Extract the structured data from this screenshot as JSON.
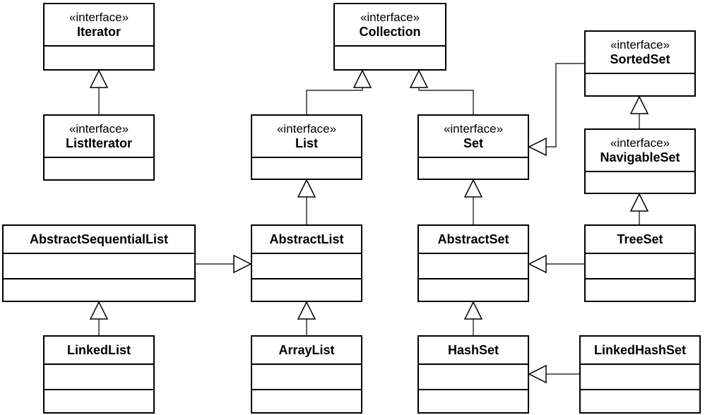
{
  "stereotype": "«interface»",
  "classes": {
    "iterator": {
      "stereotype": "«interface»",
      "name": "Iterator"
    },
    "list_iterator": {
      "stereotype": "«interface»",
      "name": "ListIterator"
    },
    "collection": {
      "stereotype": "«interface»",
      "name": "Collection"
    },
    "list": {
      "stereotype": "«interface»",
      "name": "List"
    },
    "set": {
      "stereotype": "«interface»",
      "name": "Set"
    },
    "sorted_set": {
      "stereotype": "«interface»",
      "name": "SortedSet"
    },
    "navigable_set": {
      "stereotype": "«interface»",
      "name": "NavigableSet"
    },
    "abstract_sequential_list": {
      "name": "AbstractSequentialList"
    },
    "abstract_list": {
      "name": "AbstractList"
    },
    "abstract_set": {
      "name": "AbstractSet"
    },
    "tree_set": {
      "name": "TreeSet"
    },
    "linked_list": {
      "name": "LinkedList"
    },
    "array_list": {
      "name": "ArrayList"
    },
    "hash_set": {
      "name": "HashSet"
    },
    "linked_hash_set": {
      "name": "LinkedHashSet"
    }
  },
  "relations": [
    {
      "from": "ListIterator",
      "to": "Iterator",
      "type": "generalization"
    },
    {
      "from": "List",
      "to": "Collection",
      "type": "generalization"
    },
    {
      "from": "Set",
      "to": "Collection",
      "type": "generalization"
    },
    {
      "from": "SortedSet",
      "to": "Set",
      "type": "generalization"
    },
    {
      "from": "NavigableSet",
      "to": "SortedSet",
      "type": "generalization"
    },
    {
      "from": "TreeSet",
      "to": "NavigableSet",
      "type": "generalization"
    },
    {
      "from": "AbstractList",
      "to": "List",
      "type": "generalization"
    },
    {
      "from": "AbstractSet",
      "to": "Set",
      "type": "generalization"
    },
    {
      "from": "AbstractSequentialList",
      "to": "AbstractList",
      "type": "generalization"
    },
    {
      "from": "TreeSet",
      "to": "AbstractSet",
      "type": "generalization"
    },
    {
      "from": "LinkedList",
      "to": "AbstractSequentialList",
      "type": "generalization"
    },
    {
      "from": "ArrayList",
      "to": "AbstractList",
      "type": "generalization"
    },
    {
      "from": "HashSet",
      "to": "AbstractSet",
      "type": "generalization"
    },
    {
      "from": "LinkedHashSet",
      "to": "HashSet",
      "type": "generalization"
    }
  ]
}
